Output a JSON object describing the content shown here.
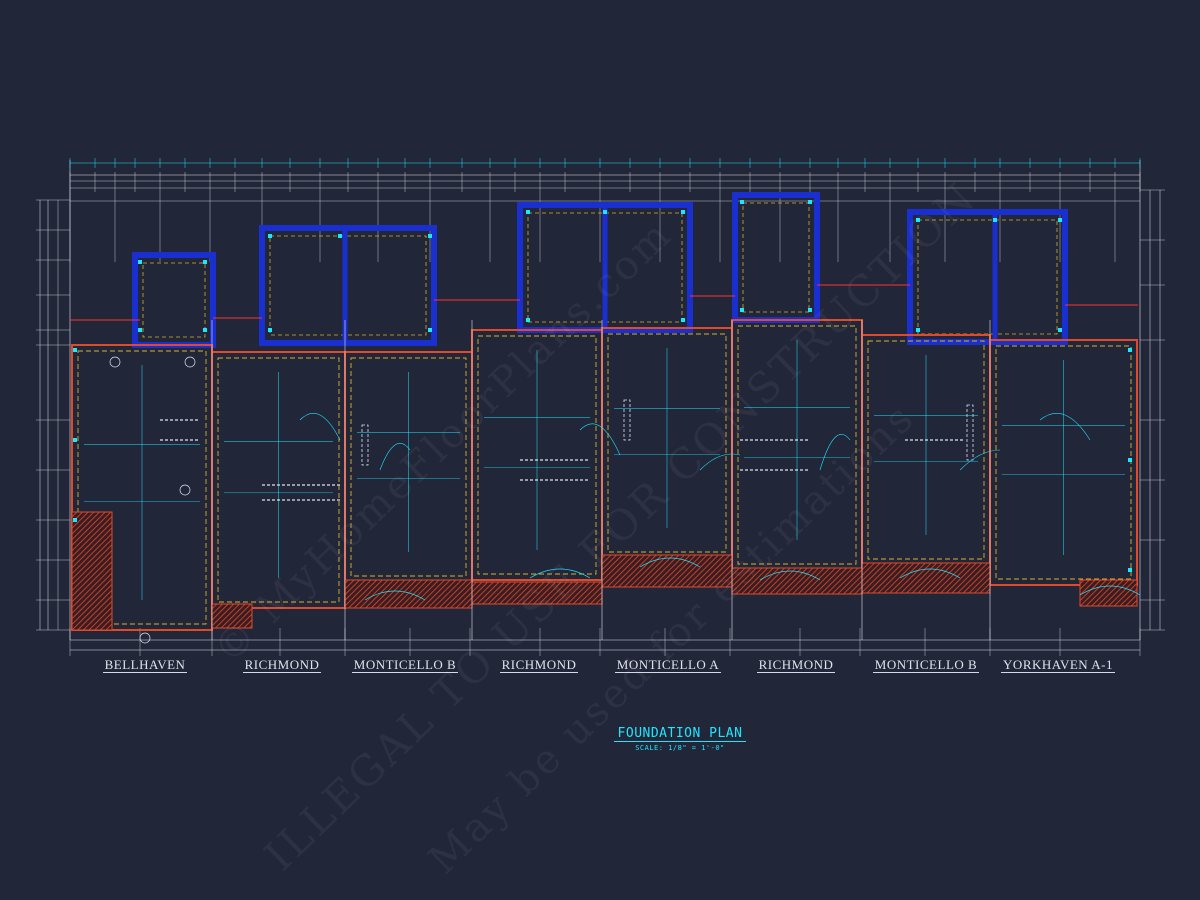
{
  "drawing": {
    "title": "FOUNDATION PLAN",
    "scale": "SCALE: 1/8\" = 1'-0\"",
    "background": "#222639",
    "colors": {
      "wall": "#1a2fd0",
      "wall_outline": "#3a54ff",
      "dim_line": "#dfe3ee",
      "cyan": "#1ee6ff",
      "yellow_dash": "#d8b02a",
      "red_hatch": "#e04a2a",
      "red_line": "#ff3333"
    }
  },
  "units": [
    {
      "name": "BELLHAVEN"
    },
    {
      "name": "RICHMOND"
    },
    {
      "name": "MONTICELLO B"
    },
    {
      "name": "RICHMOND"
    },
    {
      "name": "MONTICELLO A"
    },
    {
      "name": "RICHMOND"
    },
    {
      "name": "MONTICELLO B"
    },
    {
      "name": "YORKHAVEN A-1"
    }
  ],
  "watermark": {
    "line1": "ILLEGAL TO USE FOR CONSTRUCTION",
    "line2": "May be used for estimations",
    "line3": "© MyHomeFloorPlans.com"
  }
}
